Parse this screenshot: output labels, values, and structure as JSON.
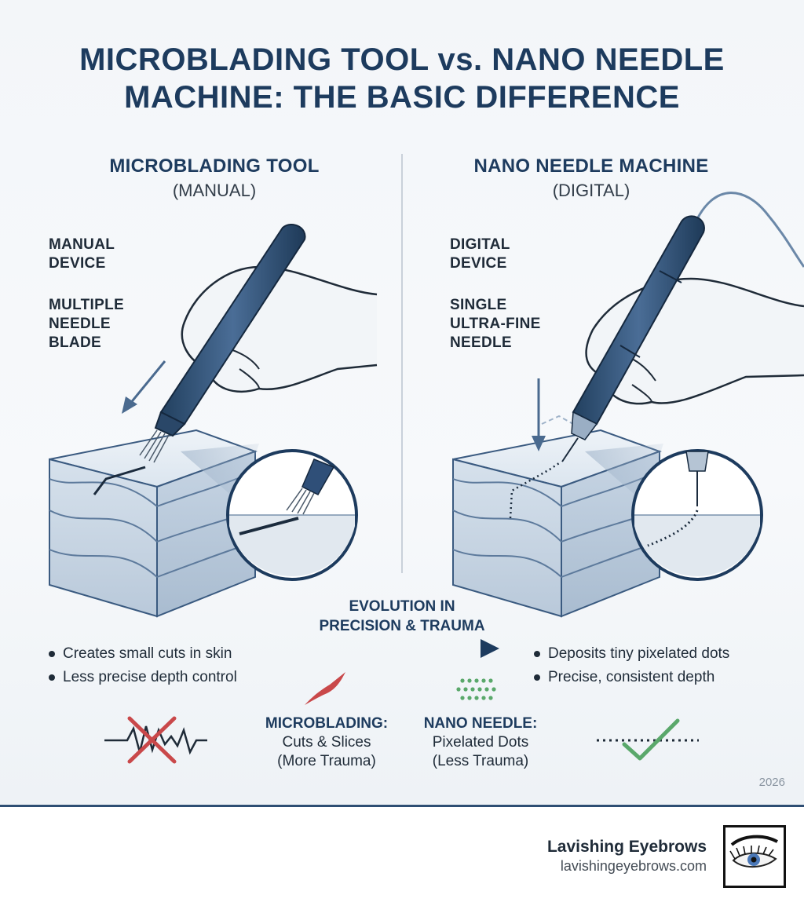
{
  "title": {
    "line1": "MICROBLADING TOOL vs. NANO NEEDLE",
    "line2": "MACHINE: THE BASIC DIFFERENCE"
  },
  "left": {
    "heading": "MICROBLADING TOOL",
    "subheading": "(MANUAL)",
    "label1": [
      "MANUAL",
      "DEVICE"
    ],
    "label2": [
      "MULTIPLE",
      "NEEDLE",
      "BLADE"
    ],
    "bullets": [
      "Creates small cuts in skin",
      "Less precise depth control"
    ],
    "compare_title": "MICROBLADING:",
    "compare_line1": "Cuts & Slices",
    "compare_line2": "(More Trauma)"
  },
  "right": {
    "heading": "NANO NEEDLE MACHINE",
    "subheading": "(DIGITAL)",
    "label1": [
      "DIGITAL",
      "DEVICE"
    ],
    "label2": [
      "SINGLE",
      "ULTRA-FINE",
      "NEEDLE"
    ],
    "bullets": [
      "Deposits tiny pixelated dots",
      "Precise, consistent depth"
    ],
    "compare_title": "NANO NEEDLE:",
    "compare_line1": "Pixelated Dots",
    "compare_line2": "(Less Trauma)"
  },
  "evolution": {
    "line1": "EVOLUTION IN",
    "line2": "PRECISION & TRAUMA"
  },
  "year": "2026",
  "brand": {
    "name": "Lavishing Eyebrows",
    "url": "lavishingeyebrows.com"
  },
  "colors": {
    "navy": "#1d3b5e",
    "pen_blue": "#2f4f78",
    "skin_blue": "#c5d3e2",
    "red_mark": "#c9484a",
    "green_mark": "#5aa86b"
  },
  "icons": {
    "microblading_tool": "pen-blade-icon",
    "nano_machine": "digital-pen-icon",
    "cut_mark": "red-slash-icon",
    "dots_mark": "green-dots-icon",
    "cross": "x-mark-icon",
    "check": "check-mark-icon",
    "logo": "eye-lash-logo"
  }
}
